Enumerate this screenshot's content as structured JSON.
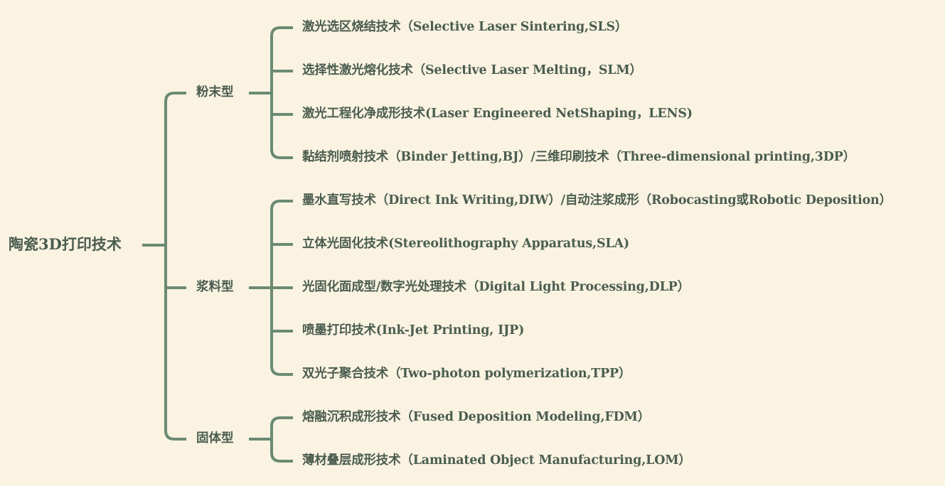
{
  "colors": {
    "background": "#faf3e1",
    "line": "#6b8a73",
    "text": "#4b5d50"
  },
  "mindmap": {
    "root": {
      "label": "陶瓷3D打印技术"
    },
    "categories": [
      {
        "label": "粉末型",
        "items": [
          "激光选区烧结技术（Selective Laser Sintering,SLS）",
          "选择性激光熔化技术（Selective Laser Melting，SLM）",
          "激光工程化净成形技术(Laser Engineered NetShaping，LENS)",
          "黏结剂喷射技术（Binder Jetting,BJ）/三维印刷技术（Three-dimensional printing,3DP）"
        ]
      },
      {
        "label": "浆料型",
        "items": [
          "墨水直写技术（Direct Ink Writing,DIW）/自动注浆成形（Robocasting或Robotic Deposition）",
          "立体光固化技术(Stereolithography Apparatus,SLA)",
          "光固化面成型/数字光处理技术（Digital Light Processing,DLP）",
          "喷墨打印技术(Ink-Jet Printing, IJP)",
          "双光子聚合技术（Two-photon polymerization,TPP）"
        ]
      },
      {
        "label": "固体型",
        "items": [
          "熔融沉积成形技术（Fused Deposition Modeling,FDM）",
          "薄材叠层成形技术（Laminated Object Manufacturing,LOM）"
        ]
      }
    ]
  }
}
